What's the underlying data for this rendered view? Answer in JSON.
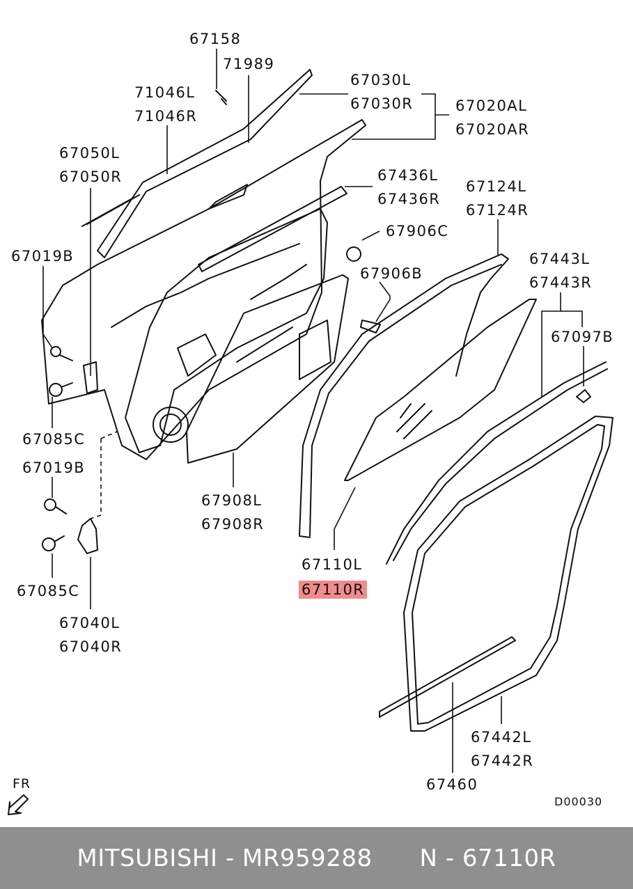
{
  "colors": {
    "highlight": "#f28b8b",
    "footer_bg": "#8f8f8f",
    "line": "#111111"
  },
  "labels": [
    {
      "id": "p67158",
      "text": "67158"
    },
    {
      "id": "p71989",
      "text": "71989"
    },
    {
      "id": "p71046l",
      "text": "71046L"
    },
    {
      "id": "p71046r",
      "text": "71046R"
    },
    {
      "id": "p67030l",
      "text": "67030L"
    },
    {
      "id": "p67030r",
      "text": "67030R"
    },
    {
      "id": "p67020al",
      "text": "67020AL"
    },
    {
      "id": "p67020ar",
      "text": "67020AR"
    },
    {
      "id": "p67050l",
      "text": "67050L"
    },
    {
      "id": "p67050r",
      "text": "67050R"
    },
    {
      "id": "p67436l",
      "text": "67436L"
    },
    {
      "id": "p67436r",
      "text": "67436R"
    },
    {
      "id": "p67124l",
      "text": "67124L"
    },
    {
      "id": "p67124r",
      "text": "67124R"
    },
    {
      "id": "p67906c",
      "text": "67906C"
    },
    {
      "id": "p67019b1",
      "text": "67019B"
    },
    {
      "id": "p67906b",
      "text": "67906B"
    },
    {
      "id": "p67443l",
      "text": "67443L"
    },
    {
      "id": "p67443r",
      "text": "67443R"
    },
    {
      "id": "p67097b",
      "text": "67097B"
    },
    {
      "id": "p67085c1",
      "text": "67085C"
    },
    {
      "id": "p67019b2",
      "text": "67019B"
    },
    {
      "id": "p67908l",
      "text": "67908L"
    },
    {
      "id": "p67908r",
      "text": "67908R"
    },
    {
      "id": "p67110l",
      "text": "67110L"
    },
    {
      "id": "p67110r",
      "text": "67110R",
      "highlighted": true
    },
    {
      "id": "p67085c2",
      "text": "67085C"
    },
    {
      "id": "p67040l",
      "text": "67040L"
    },
    {
      "id": "p67040r",
      "text": "67040R"
    },
    {
      "id": "p67442l",
      "text": "67442L"
    },
    {
      "id": "p67442r",
      "text": "67442R"
    },
    {
      "id": "p67460",
      "text": "67460"
    }
  ],
  "direction_label": "FR",
  "diagram_code": "D00030",
  "footer": {
    "brand": "MITSUBISHI",
    "separator": " - ",
    "part_number": "MR959288",
    "ref": "N - 67110R"
  }
}
